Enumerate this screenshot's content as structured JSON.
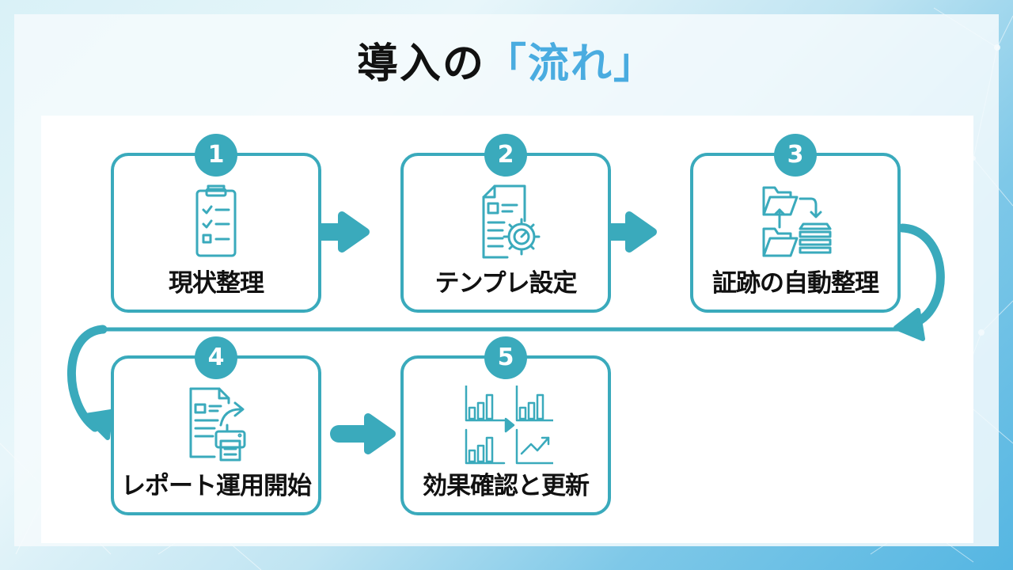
{
  "title": {
    "prefix": "導入の",
    "accent": "「流れ」"
  },
  "colors": {
    "primary": "#3aaabc",
    "title_accent": "#4aace0",
    "text": "#111111"
  },
  "steps": [
    {
      "number": "1",
      "label": "現状整理",
      "icon": "clipboard-checklist-icon"
    },
    {
      "number": "2",
      "label": "テンプレ設定",
      "icon": "document-gear-icon"
    },
    {
      "number": "3",
      "label": "証跡の自動整理",
      "icon": "folder-transfer-icon"
    },
    {
      "number": "4",
      "label": "レポート運用開始",
      "icon": "document-print-icon"
    },
    {
      "number": "5",
      "label": "効果確認と更新",
      "icon": "chart-compare-icon"
    }
  ]
}
